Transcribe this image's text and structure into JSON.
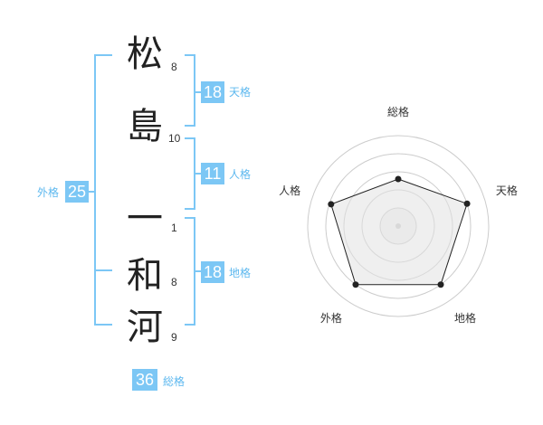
{
  "name": {
    "chars": [
      {
        "char": "松",
        "strokes": "8"
      },
      {
        "char": "島",
        "strokes": "10"
      },
      {
        "char": "一",
        "strokes": "1"
      },
      {
        "char": "和",
        "strokes": "8"
      },
      {
        "char": "河",
        "strokes": "9"
      }
    ]
  },
  "kakusu": {
    "tenkaku": {
      "value": "18",
      "label": "天格"
    },
    "jinkaku": {
      "value": "11",
      "label": "人格"
    },
    "chikaku": {
      "value": "18",
      "label": "地格"
    },
    "gaikaku": {
      "value": "25",
      "label": "外格"
    },
    "soukaku": {
      "value": "36",
      "label": "総格"
    }
  },
  "colors": {
    "accent": "#7cc7f5",
    "label": "#5db8ef",
    "grid": "#cccccc",
    "fill": "#efefef"
  },
  "chart_data": {
    "type": "radar",
    "axes": [
      "総格",
      "天格",
      "地格",
      "外格",
      "人格"
    ],
    "values": [
      2.6,
      4,
      4,
      4,
      3.9
    ],
    "rmax": 5,
    "rings": 5
  }
}
